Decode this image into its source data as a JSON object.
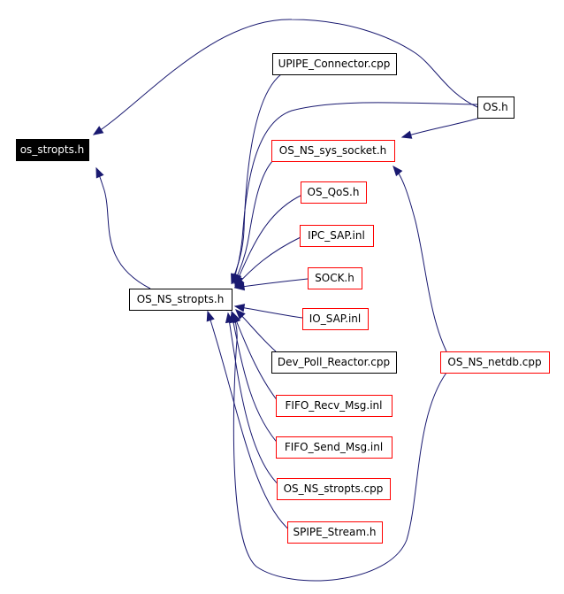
{
  "colors": {
    "edge": "#191970",
    "highlight_fill": "#000000",
    "highlight_text": "#ffffff",
    "black_border": "#000000",
    "red_border": "#ff0000",
    "text": "#000000"
  },
  "nodes": {
    "os_stropts_h": {
      "label": "os_stropts.h",
      "style": "highlight"
    },
    "os_ns_stropts_h": {
      "label": "OS_NS_stropts.h",
      "style": "black"
    },
    "upipe_connector_cpp": {
      "label": "UPIPE_Connector.cpp",
      "style": "black"
    },
    "os_h": {
      "label": "OS.h",
      "style": "black"
    },
    "os_ns_sys_socket_h": {
      "label": "OS_NS_sys_socket.h",
      "style": "red"
    },
    "os_qos_h": {
      "label": "OS_QoS.h",
      "style": "red"
    },
    "ipc_sap_inl": {
      "label": "IPC_SAP.inl",
      "style": "red"
    },
    "sock_h": {
      "label": "SOCK.h",
      "style": "red"
    },
    "io_sap_inl": {
      "label": "IO_SAP.inl",
      "style": "red"
    },
    "dev_poll_reactor_cpp": {
      "label": "Dev_Poll_Reactor.cpp",
      "style": "black"
    },
    "os_ns_netdb_cpp": {
      "label": "OS_NS_netdb.cpp",
      "style": "red"
    },
    "fifo_recv_msg_inl": {
      "label": "FIFO_Recv_Msg.inl",
      "style": "red"
    },
    "fifo_send_msg_inl": {
      "label": "FIFO_Send_Msg.inl",
      "style": "red"
    },
    "os_ns_stropts_cpp": {
      "label": "OS_NS_stropts.cpp",
      "style": "red"
    },
    "spipe_stream_h": {
      "label": "SPIPE_Stream.h",
      "style": "red"
    }
  },
  "edges": [
    {
      "from": "os_ns_stropts_h",
      "to": "os_stropts_h"
    },
    {
      "from": "os_h",
      "to": "os_stropts_h"
    },
    {
      "from": "upipe_connector_cpp",
      "to": "os_ns_stropts_h"
    },
    {
      "from": "os_h",
      "to": "os_ns_stropts_h"
    },
    {
      "from": "os_h",
      "to": "os_ns_sys_socket_h"
    },
    {
      "from": "os_ns_sys_socket_h",
      "to": "os_ns_stropts_h"
    },
    {
      "from": "os_qos_h",
      "to": "os_ns_stropts_h"
    },
    {
      "from": "ipc_sap_inl",
      "to": "os_ns_stropts_h"
    },
    {
      "from": "sock_h",
      "to": "os_ns_stropts_h"
    },
    {
      "from": "io_sap_inl",
      "to": "os_ns_stropts_h"
    },
    {
      "from": "dev_poll_reactor_cpp",
      "to": "os_ns_stropts_h"
    },
    {
      "from": "os_ns_netdb_cpp",
      "to": "os_ns_sys_socket_h"
    },
    {
      "from": "os_ns_netdb_cpp",
      "to": "os_ns_stropts_h"
    },
    {
      "from": "fifo_recv_msg_inl",
      "to": "os_ns_stropts_h"
    },
    {
      "from": "fifo_send_msg_inl",
      "to": "os_ns_stropts_h"
    },
    {
      "from": "os_ns_stropts_cpp",
      "to": "os_ns_stropts_h"
    },
    {
      "from": "spipe_stream_h",
      "to": "os_ns_stropts_h"
    }
  ]
}
